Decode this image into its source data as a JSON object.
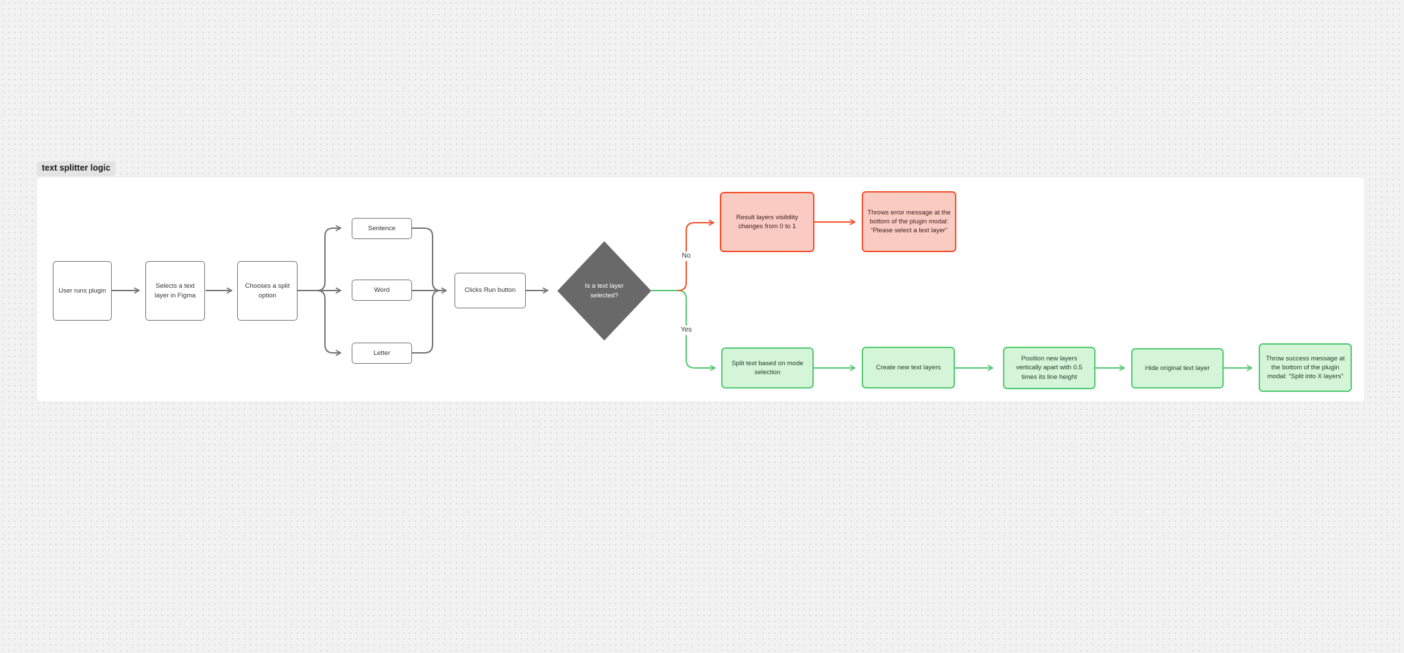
{
  "section": {
    "title": "text splitter logic"
  },
  "colors": {
    "canvas_background": "#F2F2F2",
    "dot_grid": "#D2D2D2",
    "frame_background": "#FFFFFF",
    "connector_gray": "#757575",
    "decision_fill": "#696969",
    "error_border": "#F4512C",
    "error_fill": "#F9CBC2",
    "success_border": "#54C973",
    "success_fill": "#D4F5D7"
  },
  "nodes": {
    "start": {
      "label": "User runs plugin"
    },
    "select_layer": {
      "label": "Selects a text layer in Figma"
    },
    "choose_option": {
      "label": "Chooses a split option"
    },
    "mode_sentence": {
      "label": "Sentence"
    },
    "mode_word": {
      "label": "Word"
    },
    "mode_letter": {
      "label": "Letter"
    },
    "run_button": {
      "label": "Clicks Run button"
    },
    "decision": {
      "label": "Is a text layer selected?"
    },
    "visibility_change": {
      "label": "Result layers visibility changes from 0 to 1"
    },
    "error_message": {
      "label": "Throws error message at the bottom of the plugin modal: “Please select a text layer”"
    },
    "split_text": {
      "label": "Split text based on mode selection"
    },
    "create_layers": {
      "label": "Create new text layers"
    },
    "position_layers": {
      "label": "Position new layers vertically apart with 0.5 times its line height"
    },
    "hide_original": {
      "label": "Hide original text layer"
    },
    "success_message": {
      "label": "Throw success message at the bottom of the plugin modal: “Split into X layers”"
    }
  },
  "edge_labels": {
    "no": "No",
    "yes": "Yes"
  }
}
